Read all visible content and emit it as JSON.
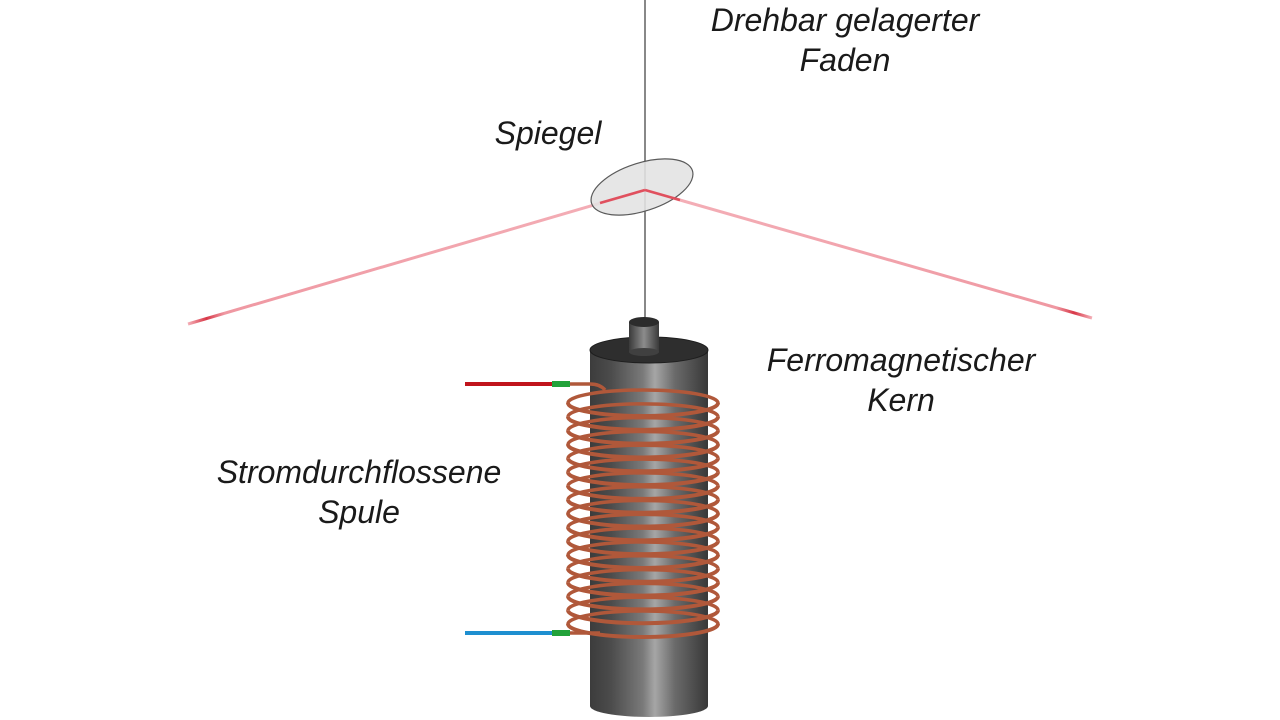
{
  "labels": {
    "thread": {
      "line1": "Drehbar gelagerter",
      "line2": "Faden"
    },
    "mirror": {
      "line1": "Spiegel"
    },
    "core": {
      "line1": "Ferromagnetischer",
      "line2": "Kern"
    },
    "coil": {
      "line1": "Stromdurchflossene",
      "line2": "Spule"
    }
  },
  "colors": {
    "laser": "#f0a0a8",
    "laser_tip": "#d83848",
    "copper": "#b0583a",
    "wire_red": "#c0141c",
    "wire_blue": "#1e8fd0",
    "connector_green": "#22a23a",
    "mirror_fill": "#e2e2e2",
    "core_dark": "#3c3c3c",
    "core_light": "#a6a6a6"
  },
  "coil": {
    "turns": 17
  }
}
